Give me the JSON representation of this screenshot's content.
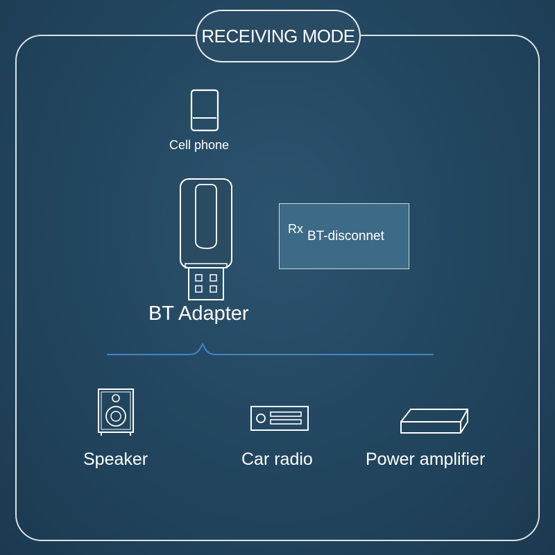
{
  "title": "RECEIVING MODE",
  "source": {
    "label": "Cell phone",
    "icon": "cell-phone-icon"
  },
  "adapter": {
    "label": "BT Adapter",
    "icon": "usb-adapter-icon"
  },
  "status": {
    "prefix": "Rx",
    "text": "BT-disconnet"
  },
  "outputs": [
    {
      "label": "Speaker",
      "icon": "speaker-icon"
    },
    {
      "label": "Car radio",
      "icon": "car-radio-icon"
    },
    {
      "label": "Power amplifier",
      "icon": "power-amplifier-icon"
    }
  ],
  "colors": {
    "background": "#22455e",
    "line": "#3f86c4",
    "status_box": "#3d6a86"
  }
}
